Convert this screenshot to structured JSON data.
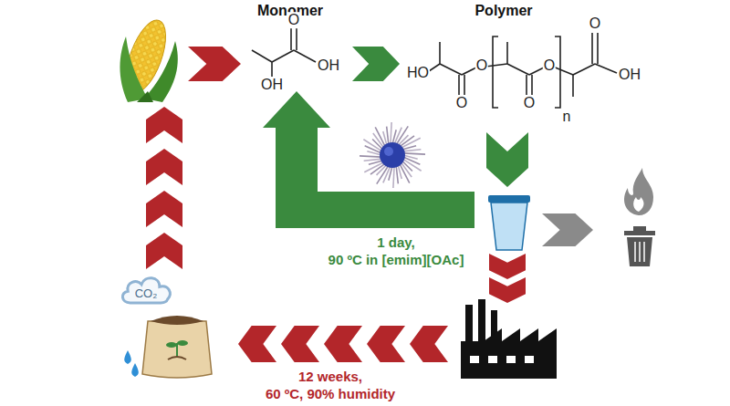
{
  "diagram": {
    "nodes": [
      {
        "text": [
          "CO₂"
        ]
      }
    ],
    "labels": [
      "Monomer",
      "Polymer",
      "O",
      "OH",
      "OH",
      "HO",
      "O",
      "O",
      "O",
      "O",
      "O",
      "OH",
      "n",
      "1 day,",
      "90 ºC in [emim][OAc]",
      "12 weeks,",
      "60 ºC, 90% humidity"
    ]
  }
}
